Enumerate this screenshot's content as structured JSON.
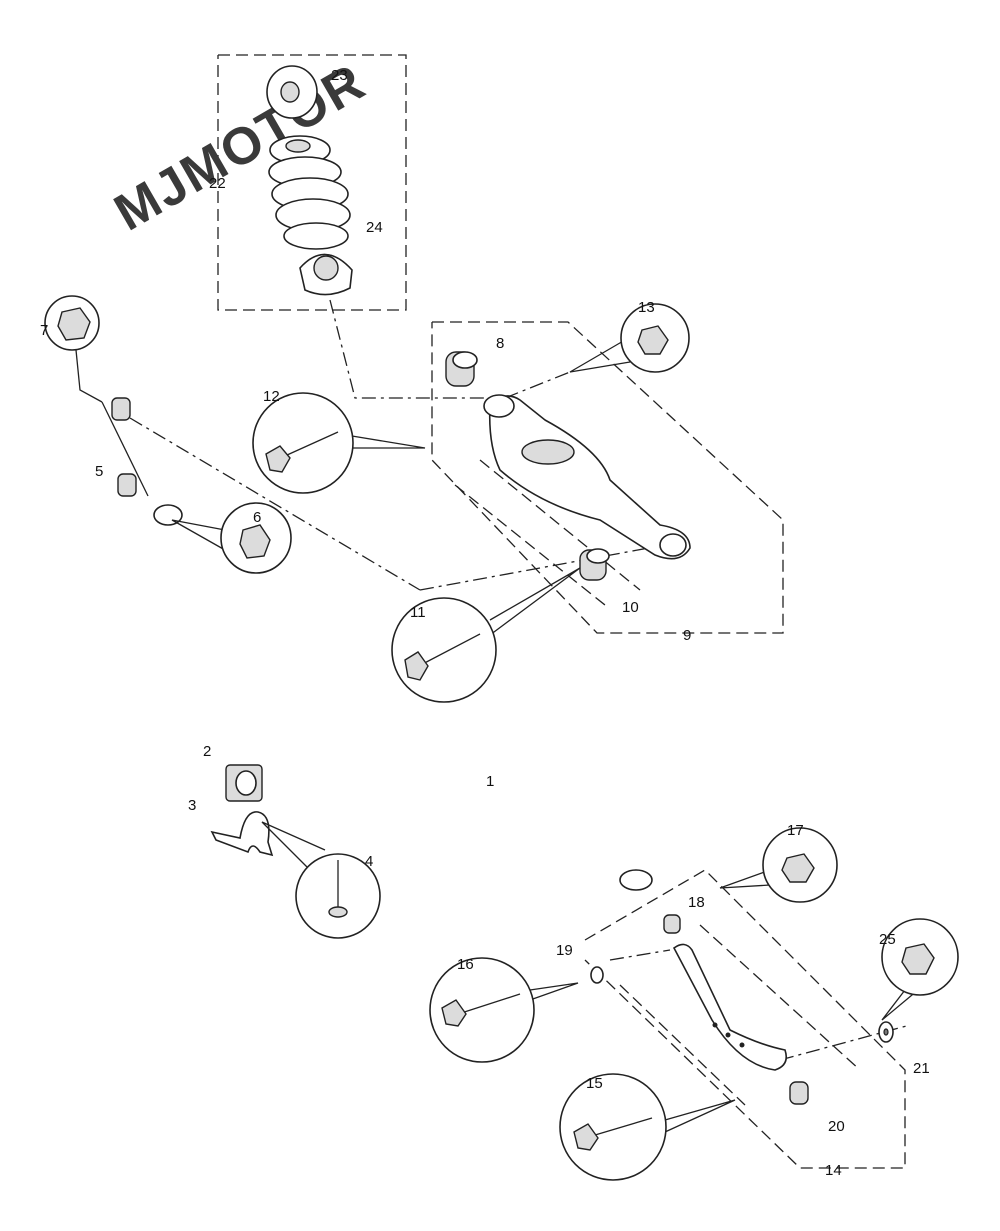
{
  "watermark": "MJMOTOR",
  "callouts": [
    {
      "id": "1",
      "label": "1"
    },
    {
      "id": "2",
      "label": "2"
    },
    {
      "id": "3",
      "label": "3"
    },
    {
      "id": "4",
      "label": "4"
    },
    {
      "id": "5",
      "label": "5"
    },
    {
      "id": "6",
      "label": "6"
    },
    {
      "id": "7",
      "label": "7"
    },
    {
      "id": "8",
      "label": "8"
    },
    {
      "id": "9",
      "label": "9"
    },
    {
      "id": "10",
      "label": "10"
    },
    {
      "id": "11",
      "label": "11"
    },
    {
      "id": "12",
      "label": "12"
    },
    {
      "id": "13",
      "label": "13"
    },
    {
      "id": "14",
      "label": "14"
    },
    {
      "id": "15",
      "label": "15"
    },
    {
      "id": "16",
      "label": "16"
    },
    {
      "id": "17",
      "label": "17"
    },
    {
      "id": "18",
      "label": "18"
    },
    {
      "id": "19",
      "label": "19"
    },
    {
      "id": "20",
      "label": "20"
    },
    {
      "id": "21",
      "label": "21"
    },
    {
      "id": "22",
      "label": "22"
    },
    {
      "id": "23",
      "label": "23"
    },
    {
      "id": "24",
      "label": "24"
    },
    {
      "id": "25",
      "label": "25"
    }
  ]
}
